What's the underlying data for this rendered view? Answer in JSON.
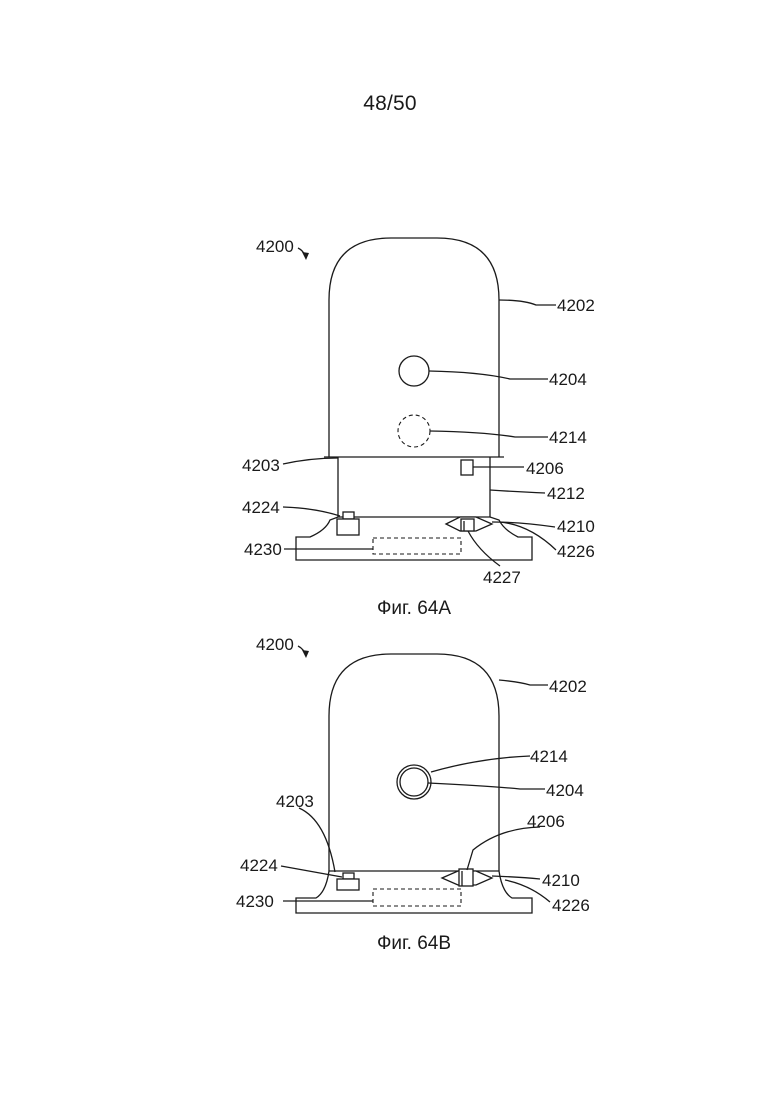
{
  "page": {
    "number": "48/50"
  },
  "figure_a": {
    "caption": "Фиг. 64А",
    "labels": {
      "device": "4200",
      "housing": "4202",
      "indicator": "4204",
      "indicator_hidden": "4214",
      "housing_bottom_edge": "4203",
      "sensor": "4206",
      "extension": "4212",
      "left_contact": "4224",
      "arrow": "4210",
      "base_edge": "4226",
      "base_compartment": "4230",
      "right_contact": "4227"
    }
  },
  "figure_b": {
    "caption": "Фиг. 64В",
    "labels": {
      "device": "4200",
      "housing": "4202",
      "indicator_hidden": "4214",
      "indicator": "4204",
      "housing_bottom_edge": "4203",
      "sensor": "4206",
      "left_contact": "4224",
      "arrow": "4210",
      "base_compartment": "4230",
      "base_edge": "4226"
    }
  }
}
